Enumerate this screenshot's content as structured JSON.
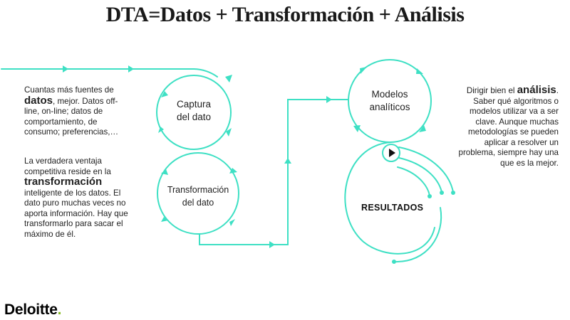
{
  "title": "DTA=Datos + Transformación + Análisis",
  "nodes": {
    "captura": {
      "line1": "Captura",
      "line2": "del dato"
    },
    "transformacion": {
      "line1": "Transformación",
      "line2": "del dato"
    },
    "modelos": {
      "line1": "Modelos",
      "line2": "analíticos"
    },
    "resultados": "RESULTADOS"
  },
  "texts": {
    "datos": {
      "before": "Cuantas más fuentes de",
      "keyword": "datos",
      "after": ", mejor. Datos off-line, on-line; datos de comportamiento, de consumo; preferencias,…"
    },
    "transformacion": {
      "before": "La verdadera ventaja competitiva reside en la",
      "keyword": "transformación",
      "after": "inteligente de los datos. El dato puro muchas veces no aporta información. Hay que transformarlo para sacar el máximo de él."
    },
    "analisis": {
      "before": "Dirigir bien el",
      "keyword": "análisis",
      "after": ". Saber qué algoritmos o modelos utilizar va a ser clave. Aunque muchas metodologías se pueden aplicar a resolver un problema, siempre hay una que es la mejor."
    }
  },
  "logo": {
    "name": "Deloitte",
    "dot": "."
  },
  "colors": {
    "line": "#3ee0c4",
    "logo_dot": "#86bc25"
  },
  "icons": {
    "play": "play-icon"
  }
}
